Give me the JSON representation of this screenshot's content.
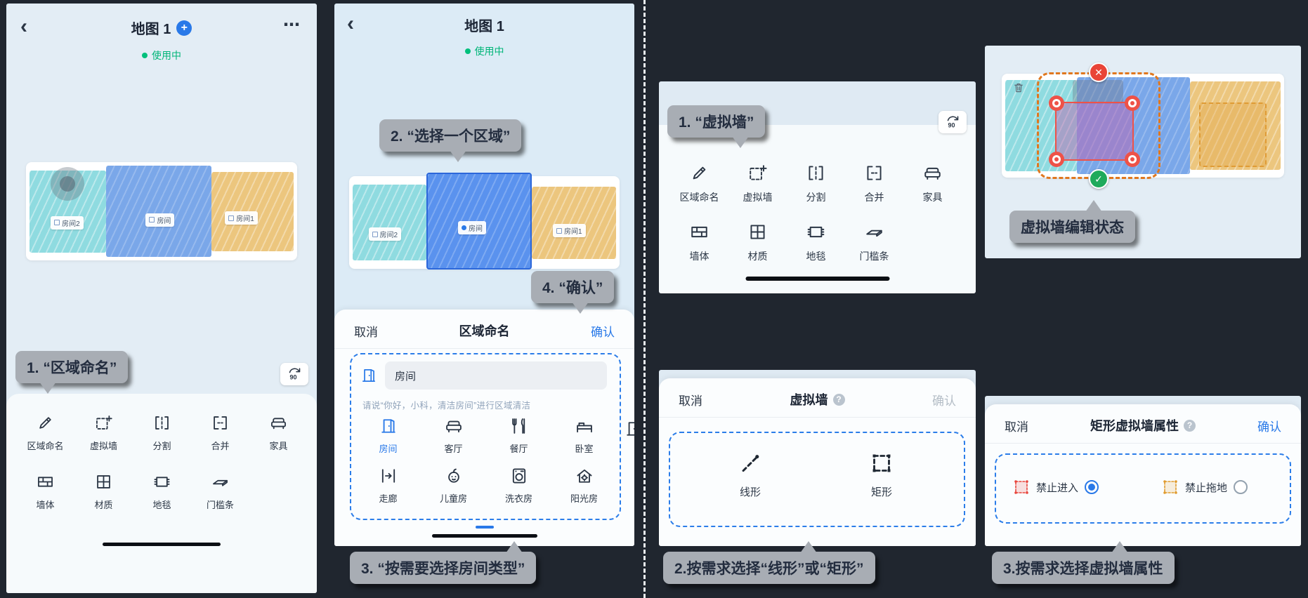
{
  "icons": {
    "back": "‹",
    "more": "⋯",
    "add": "+",
    "help": "?",
    "close": "✕",
    "check": "✓"
  },
  "colors": {
    "accent_blue": "#2979e8",
    "active_green": "#00b578",
    "callout_gray": "#a8adb4",
    "danger_red": "#ee5248",
    "wall_edit_orange": "#e0771e",
    "room_teal": "#8fdbe0",
    "room_blue": "#7aa7e9",
    "room_orange": "#ecc67e"
  },
  "panel1": {
    "title": "地图 1",
    "status": "使用中",
    "callout": "1. “区域命名”",
    "map": {
      "rooms": [
        {
          "label": "房间2"
        },
        {
          "label": "房间"
        },
        {
          "label": "房间1"
        }
      ]
    },
    "toolbar": {
      "row1": [
        {
          "label": "区域命名"
        },
        {
          "label": "虚拟墙"
        },
        {
          "label": "分割"
        },
        {
          "label": "合并"
        },
        {
          "label": "家具"
        }
      ],
      "row2": [
        {
          "label": "墙体"
        },
        {
          "label": "材质"
        },
        {
          "label": "地毯"
        },
        {
          "label": "门槛条"
        }
      ]
    }
  },
  "panel2": {
    "title": "地图 1",
    "status": "使用中",
    "callout_select": "2. “选择一个区域”",
    "callout_confirm": "4. “确认”",
    "callout_room_type": "3. “按需要选择房间类型”",
    "map": {
      "rooms": [
        {
          "label": "房间2"
        },
        {
          "label": "房间"
        },
        {
          "label": "房间1"
        }
      ]
    },
    "sheet": {
      "cancel": "取消",
      "title": "区域命名",
      "confirm": "确认",
      "input_value": "房间",
      "hint": "请说“你好，小科，清洁房间”进行区域清洁",
      "room_types": [
        {
          "label": "房间"
        },
        {
          "label": "客厅"
        },
        {
          "label": "餐厅"
        },
        {
          "label": "卧室"
        },
        {
          "label": "走廊"
        },
        {
          "label": "儿童房"
        },
        {
          "label": "洗衣房"
        },
        {
          "label": "阳光房"
        }
      ]
    }
  },
  "panel3": {
    "callout": "1. “虚拟墙”",
    "toolbar": {
      "row1": [
        {
          "label": "区域命名"
        },
        {
          "label": "虚拟墙"
        },
        {
          "label": "分割"
        },
        {
          "label": "合并"
        },
        {
          "label": "家具"
        }
      ],
      "row2": [
        {
          "label": "墙体"
        },
        {
          "label": "材质"
        },
        {
          "label": "地毯"
        },
        {
          "label": "门槛条"
        }
      ]
    },
    "sheet": {
      "cancel": "取消",
      "title": "虚拟墙",
      "confirm": "确认",
      "options": [
        {
          "label": "线形"
        },
        {
          "label": "矩形"
        }
      ]
    },
    "callout_shape": "2.按需求选择“线形”或“矩形”"
  },
  "panel4": {
    "callout_edit": "虚拟墙编辑状态",
    "sheet": {
      "cancel": "取消",
      "title": "矩形虚拟墙属性",
      "confirm": "确认",
      "options": [
        {
          "label": "禁止进入",
          "selected": true
        },
        {
          "label": "禁止拖地",
          "selected": false
        }
      ]
    },
    "callout_attr": "3.按需求选择虚拟墙属性"
  }
}
